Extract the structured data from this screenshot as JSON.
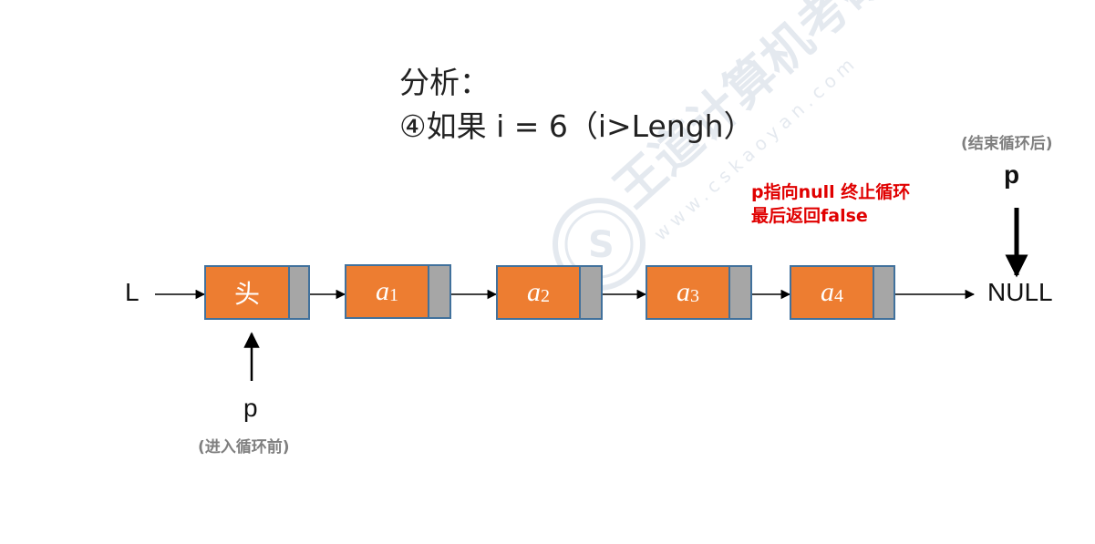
{
  "title": {
    "line1": "分析：",
    "line2": "④如果 i = 6（i>Lengh）"
  },
  "list": {
    "start_label": "L",
    "end_label": "NULL",
    "nodes": [
      {
        "label": "头",
        "subscript": ""
      },
      {
        "label": "a",
        "subscript": "1"
      },
      {
        "label": "a",
        "subscript": "2"
      },
      {
        "label": "a",
        "subscript": "3"
      },
      {
        "label": "a",
        "subscript": "4"
      }
    ]
  },
  "pointer_before": {
    "label": "p",
    "caption": "(进入循环前)"
  },
  "pointer_after": {
    "label": "p",
    "caption": "(结束循环后)"
  },
  "note": {
    "line1": "p指向null 终止循环",
    "line2": "最后返回false"
  },
  "watermark": {
    "brand": "王道计算机考研",
    "url": "www.cskaoyan.com"
  },
  "colors": {
    "node_fill": "#ed7d31",
    "node_border": "#41719c",
    "pointer_fill": "#a6a6a6",
    "note_text": "#e00000",
    "caption_text": "#7f7f7f"
  }
}
